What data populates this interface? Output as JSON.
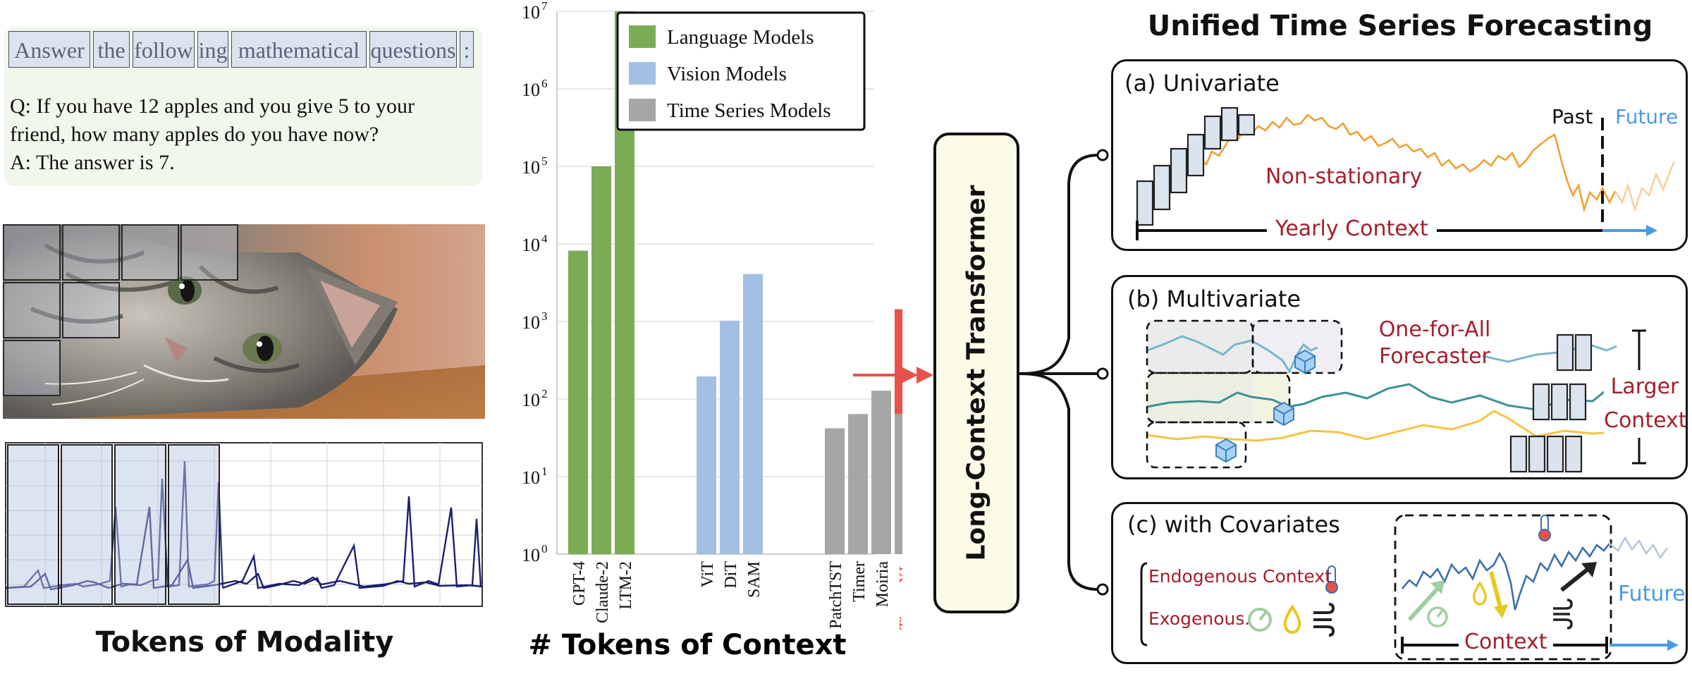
{
  "text_tokens": [
    "Answer",
    "the",
    "follow",
    "ing",
    "mathematical",
    "questions",
    ":"
  ],
  "prompt_lines": [
    "Q: If you have 12 apples and you give 5 to your",
    "friend, how many apples do you have now?",
    "A: The answer is 7."
  ],
  "left_caption": "Tokens of Modality",
  "chart_data": {
    "type": "bar",
    "title": "",
    "xlabel": "# Tokens of Context",
    "ylabel": "",
    "yscale": "log",
    "ylim": [
      1,
      10000000
    ],
    "y_ticks": [
      "10",
      "10",
      "10",
      "10",
      "10",
      "10",
      "10",
      "10"
    ],
    "y_tick_exponents": [
      "0",
      "1",
      "2",
      "3",
      "4",
      "5",
      "6",
      "7"
    ],
    "grid": true,
    "legend_position": "top-right",
    "legend": [
      {
        "label": "Language Models",
        "color": "#7cab55"
      },
      {
        "label": "Vision Models",
        "color": "#a4bfe4"
      },
      {
        "label": "Time Series Models",
        "color": "#a6a6a6"
      }
    ],
    "categories": [
      "GPT-4",
      "Claude-2",
      "LTM-2",
      "ViT",
      "DiT",
      "SAM",
      "PatchTST",
      "Timer",
      "Moiria",
      "Timer-XL"
    ],
    "values": [
      8192,
      100000,
      10000000,
      196,
      1024,
      4096,
      42,
      64,
      128,
      1440
    ],
    "groups": [
      "Language Models",
      "Language Models",
      "Language Models",
      "Vision Models",
      "Vision Models",
      "Vision Models",
      "Time Series Models",
      "Time Series Models",
      "Time Series Models",
      "Time Series Models"
    ],
    "highlight": {
      "category": "Timer-XL",
      "base_value": 64,
      "color": "#e8524a"
    }
  },
  "transformer_label": "Long-Context Transformer",
  "right_title": "Unified Time Series Forecasting",
  "panels": {
    "univariate": {
      "title": "(a) Univariate",
      "past": "Past",
      "future": "Future",
      "non_stationary": "Non-stationary",
      "context": "Yearly Context"
    },
    "multivariate": {
      "title": "(b) Multivariate",
      "forecaster_line1": "One-for-All",
      "forecaster_line2": "Forecaster",
      "larger_line1": "Larger",
      "larger_line2": "Context"
    },
    "covariates": {
      "title": "(c) with Covariates",
      "endogenous": "Endogenous Context",
      "exogenous": "Exogenous.",
      "future": "Future",
      "context": "Context"
    }
  },
  "colors": {
    "language": "#7cab55",
    "vision": "#a4bfe4",
    "timeseries": "#a6a6a6",
    "highlight": "#e8524a",
    "dark_red": "#a3202c",
    "future_blue": "#4a9ae8",
    "token_fill": "#dbe3ef",
    "prompt_bg": "#f2f7ec",
    "transformer_fill": "#fbfbe8",
    "orange_series": "#f0a030",
    "teal_series": "#3f9090",
    "lightblue_series": "#7ab6c9",
    "yellow_series": "#f4c542",
    "covariate_series": "#3a6fae"
  }
}
